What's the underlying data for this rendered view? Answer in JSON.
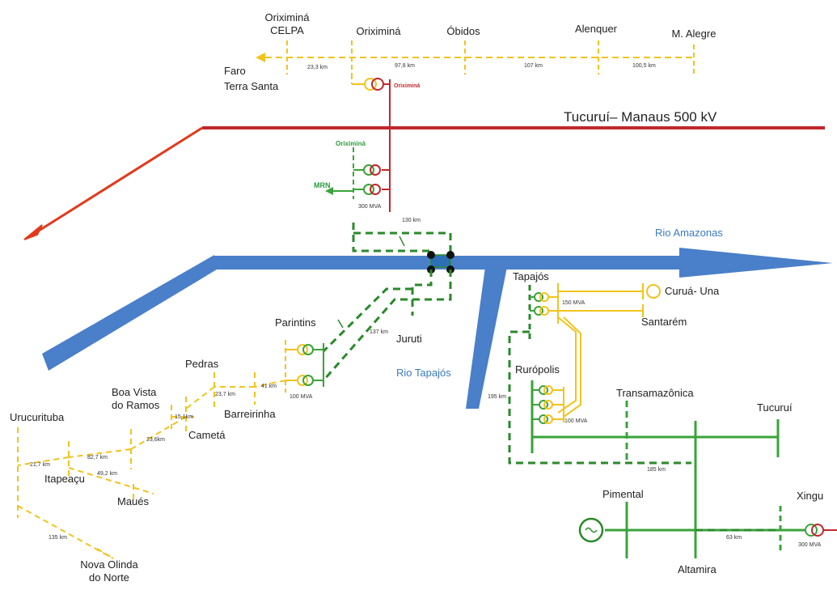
{
  "colors": {
    "line_500kv": "#c0282c",
    "line_yellow": "#f2c31c",
    "line_green": "#3aa33a",
    "line_dark_green": "#2a8a2a",
    "river": "#4a7fc9",
    "arrow_red": "#e03a1c"
  },
  "top": {
    "oriximina_celpa": [
      "Oriximiná",
      "CELPA"
    ],
    "oriximina": "Oriximiná",
    "obidos": "Óbidos",
    "alenquer": "Alenquer",
    "m_alegre": "M. Alegre",
    "faro": "Faro",
    "terra_santa": "Terra Santa",
    "km_1": "23,3 km",
    "km_2": "97,8 km",
    "km_3": "107 km",
    "km_4": "100,5 km",
    "oriximina_red": "Oriximiná",
    "oriximina_green": "Oriximiná",
    "mrn": "MRN",
    "mva_300_a": "300 MVA",
    "km_130": "130 km"
  },
  "line_500": "Tucuruí– Manaus 500 kV",
  "rivers": {
    "amazonas": "Rio Amazonas",
    "tapajos": "Rio Tapajós"
  },
  "west": {
    "parintins": "Parintins",
    "km_137": "137 km",
    "mva_100": "100 MVA",
    "juruti": "Juruti",
    "pedras": "Pedras",
    "km_23_7": "23,7 km",
    "km_41": "41 km",
    "barreirinha": "Barreirinha",
    "boa_vista": [
      "Boa Vista",
      "do Ramos"
    ],
    "km_15_1": "15,1km",
    "km_23_6": "23,6km",
    "cameta": "Cametá",
    "urucurituba": "Urucurituba",
    "km_21_7": "21,7 km",
    "km_82_7": "82,7 km",
    "km_49_2": "49,2 km",
    "itapeacu": "Itapeaçu",
    "maues": "Maués",
    "km_135": "135 km",
    "nova_olinda": [
      "Nova Olinda",
      "do Norte"
    ]
  },
  "east": {
    "tapajos": "Tapajós",
    "curua_una": "Curuá- Una",
    "mva_150": "150 MVA",
    "santarem": "Santarém",
    "ruropolis": "Rurópolis",
    "mva_100_b": "100 MVA",
    "km_195": "195 km",
    "transamazonica": "Transamazônica",
    "tucurui": "Tucuruí",
    "km_185": "185 km",
    "pimental": "Pimental",
    "xingu": "Xingu",
    "km_63": "63 km",
    "mva_300_b": "300 MVA",
    "altamira": "Altamira"
  }
}
